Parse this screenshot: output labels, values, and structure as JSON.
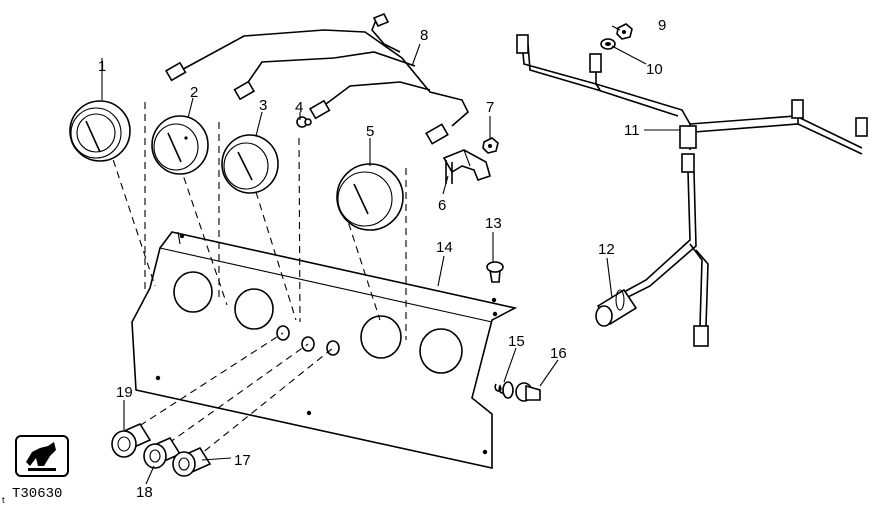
{
  "diagram": {
    "drawing_code": "T30630",
    "corner_mark": "t",
    "callouts": [
      "1",
      "2",
      "3",
      "4",
      "5",
      "6",
      "7",
      "8",
      "9",
      "10",
      "11",
      "12",
      "13",
      "14",
      "15",
      "16",
      "17",
      "18",
      "19"
    ]
  }
}
